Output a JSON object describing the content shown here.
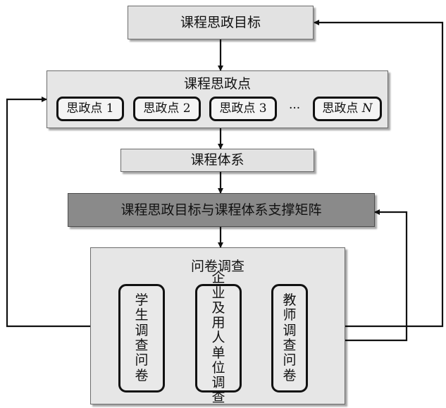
{
  "goal": "课程思政目标",
  "points": {
    "title": "课程思政点",
    "items": [
      "思政点 1",
      "思政点 2",
      "思政点 3"
    ],
    "ellipsis": "···",
    "last_prefix": "思政点 ",
    "last_suffix": "N"
  },
  "system": "课程体系",
  "matrix": "课程思政目标与课程体系支撑矩阵",
  "survey": {
    "title": "问卷调查",
    "items": [
      "学生调查问卷",
      "企业及用人单位调查",
      "教师调查问卷"
    ]
  }
}
